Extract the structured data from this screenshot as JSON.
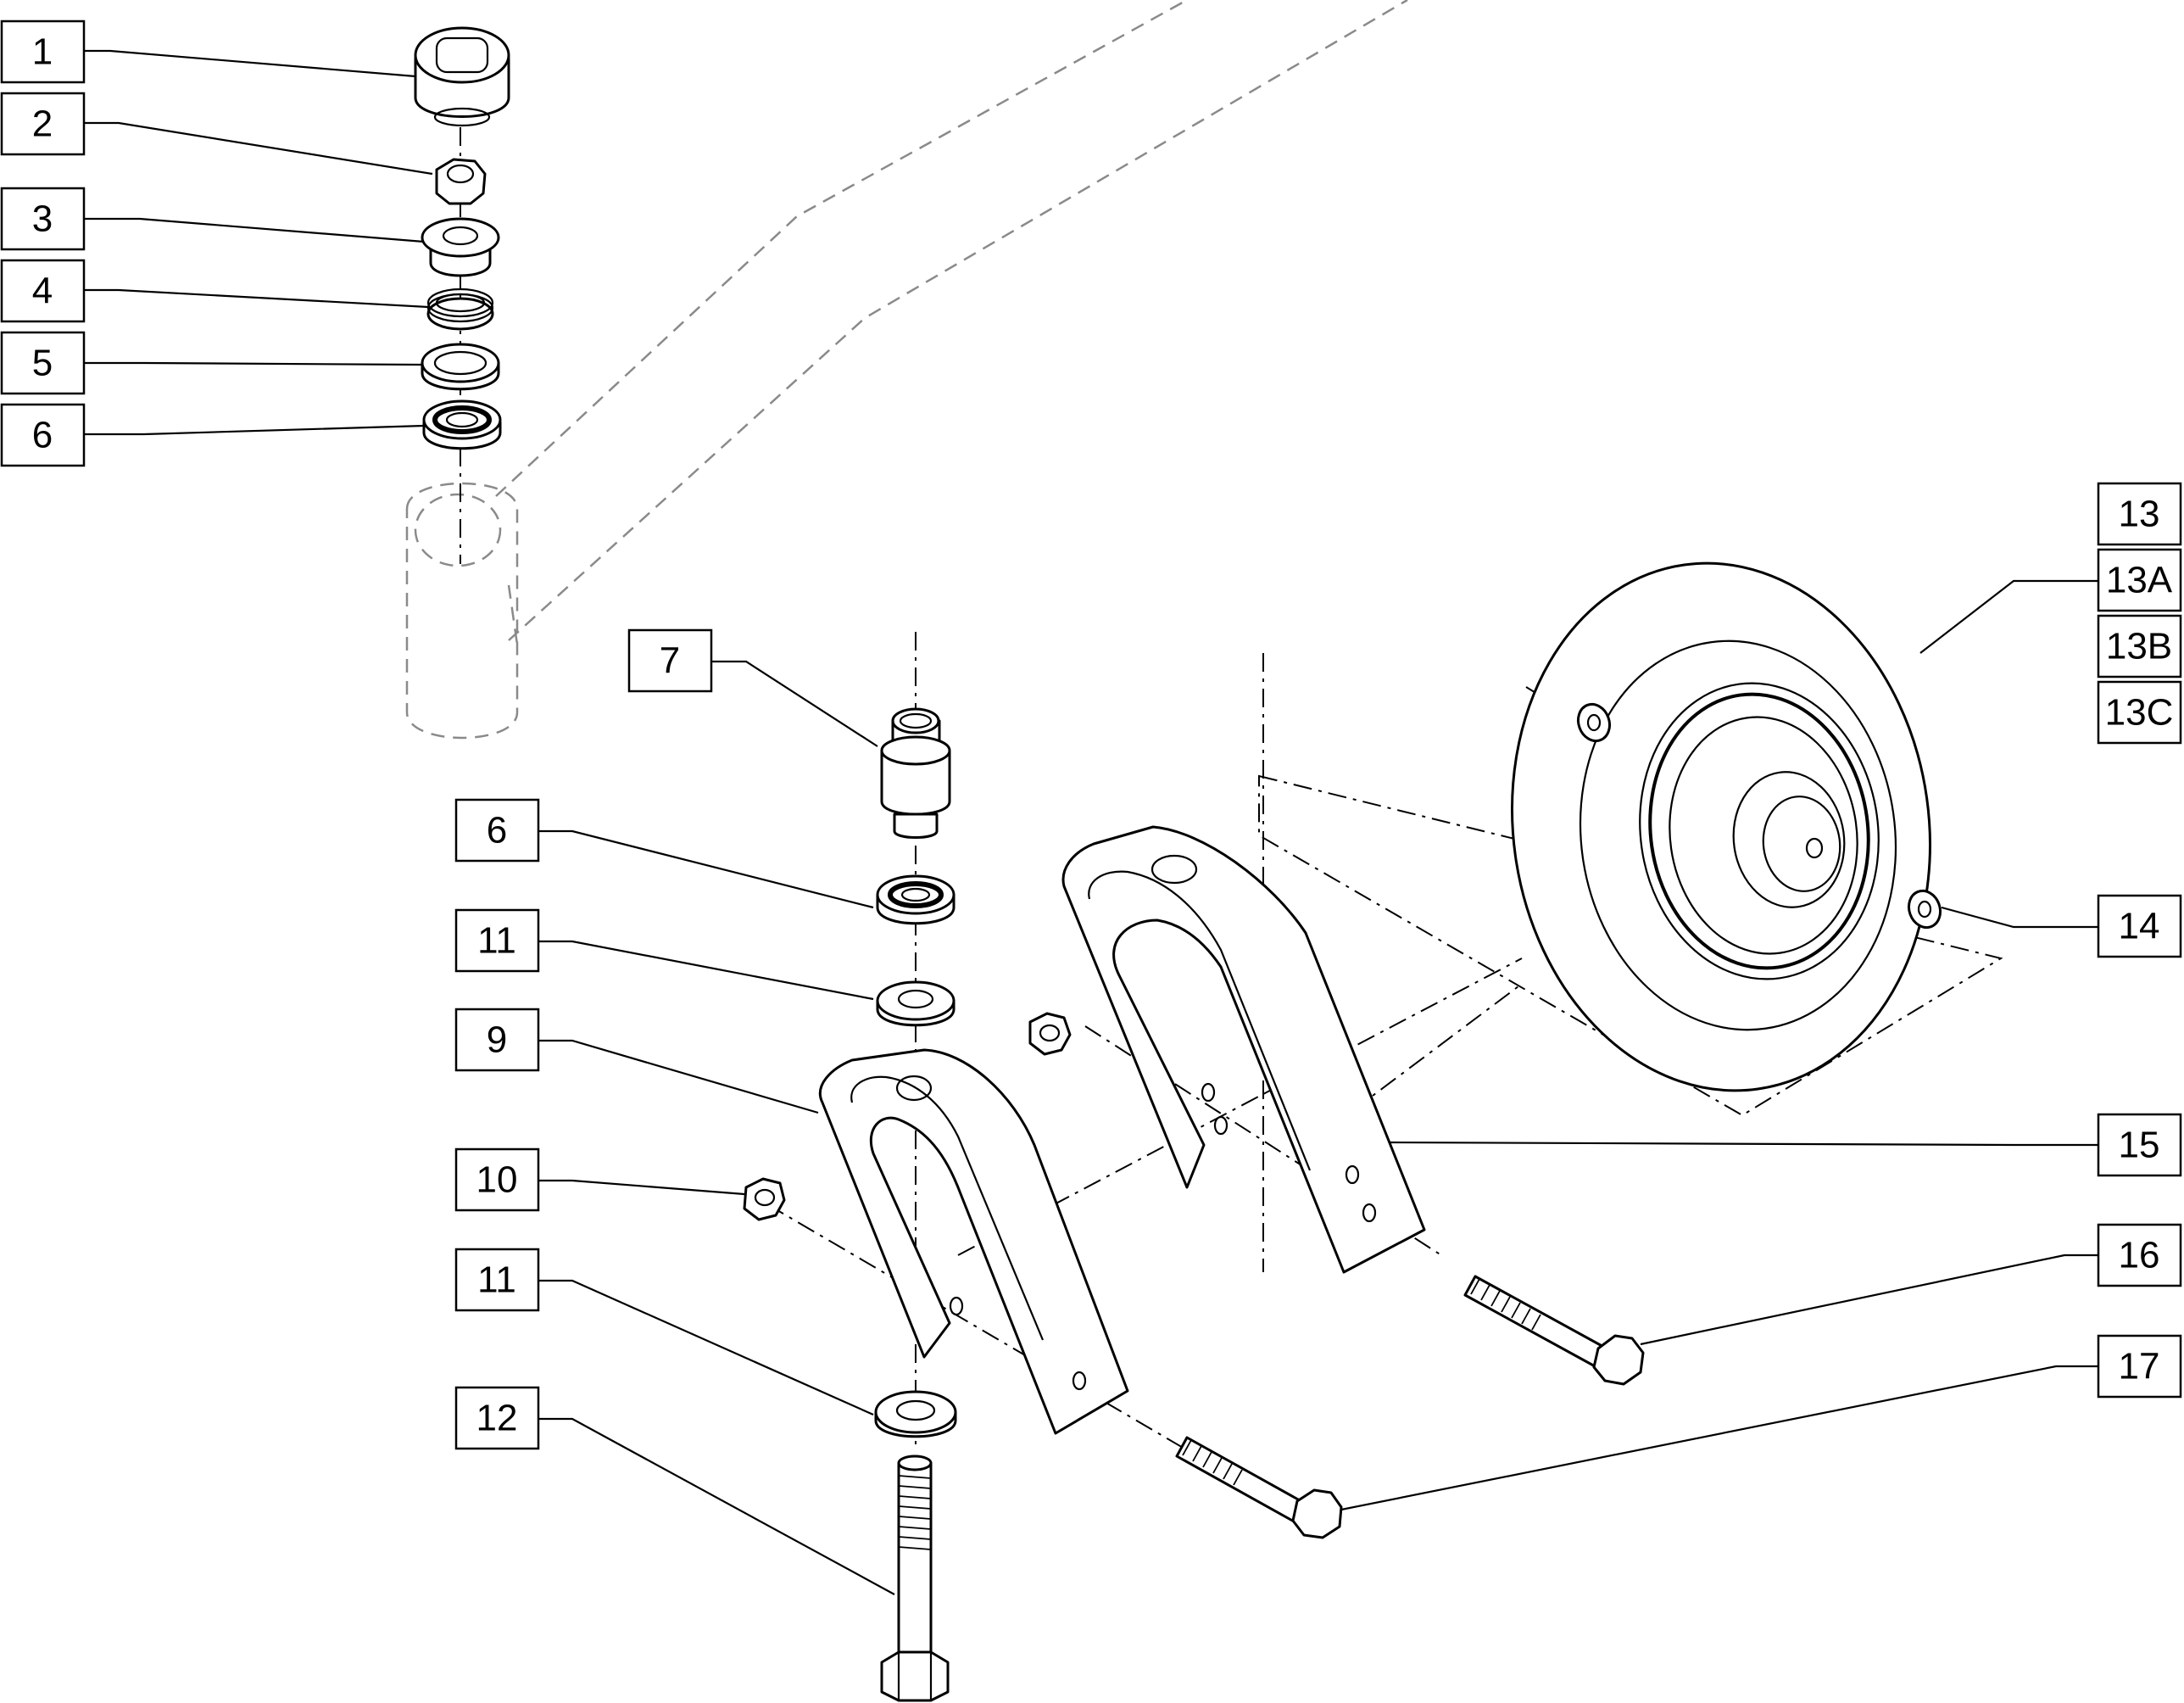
{
  "labels": {
    "l1": "1",
    "l2": "2",
    "l3": "3",
    "l4": "4",
    "l5": "5",
    "l6a": "6",
    "l7": "7",
    "l6b": "6",
    "l11a": "11",
    "l9": "9",
    "l10": "10",
    "l11b": "11",
    "l12": "12",
    "l13": "13",
    "l13a": "13A",
    "l13b": "13B",
    "l13c": "13C",
    "l14": "14",
    "l15": "15",
    "l16": "16",
    "l17": "17"
  }
}
